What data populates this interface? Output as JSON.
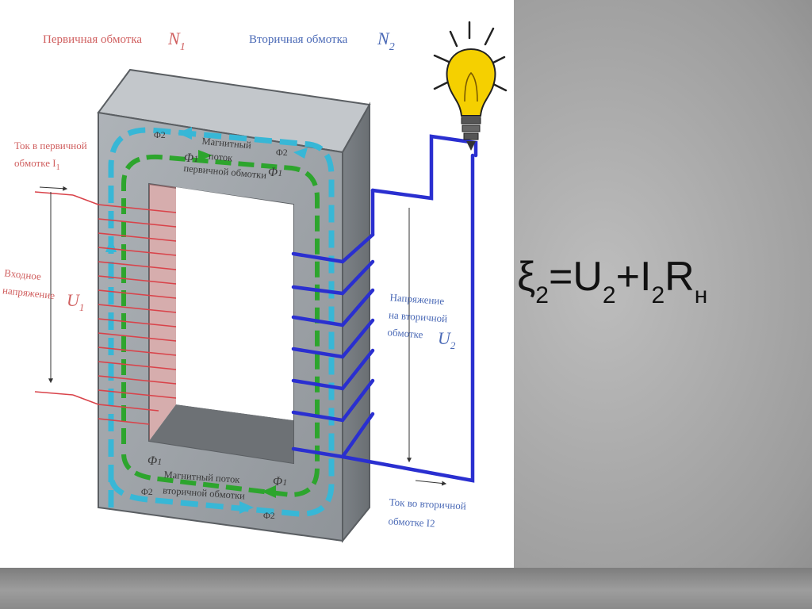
{
  "diagram": {
    "primary_winding_title": "Первичная обмотка",
    "primary_winding_symbol": "N",
    "primary_winding_symbol_sub": "1",
    "secondary_winding_title": "Вторичная обмотка",
    "secondary_winding_symbol": "N",
    "secondary_winding_symbol_sub": "2",
    "primary_current_label": [
      "Ток в первичной",
      "обмотке I"
    ],
    "primary_current_sub": "1",
    "input_voltage_label": [
      "Входное",
      "напряжение"
    ],
    "input_voltage_symbol": "U",
    "input_voltage_symbol_sub": "1",
    "primary_flux_label": [
      "Магнитный",
      "поток",
      "первичной обмотки"
    ],
    "secondary_flux_label": [
      "Магнитный поток",
      "вторичной обмотки"
    ],
    "secondary_voltage_label": [
      "Напряжение",
      "на вторичной",
      "обмотке"
    ],
    "secondary_voltage_symbol": "U",
    "secondary_voltage_symbol_sub": "2",
    "secondary_current_label": [
      "Ток во вторичной",
      "обмотке I2"
    ],
    "flux_phi1": "Φ",
    "flux_phi1_sub": "1",
    "flux_phi2": "Φ2",
    "colors": {
      "core": "#9ea3a8",
      "core_dark": "#6f7478",
      "primary_winding": "#d9434a",
      "secondary_winding": "#2a2fd0",
      "flux_primary": "#2da52d",
      "flux_secondary": "#38b7d6",
      "bulb": "#f5d000"
    }
  },
  "formula": {
    "emf": "ξ",
    "emf_sub": "2",
    "eq": "=",
    "u": "U",
    "u_sub": "2",
    "plus": "+",
    "i": "I",
    "i_sub": "2",
    "r": "R",
    "r_sub": "н"
  }
}
